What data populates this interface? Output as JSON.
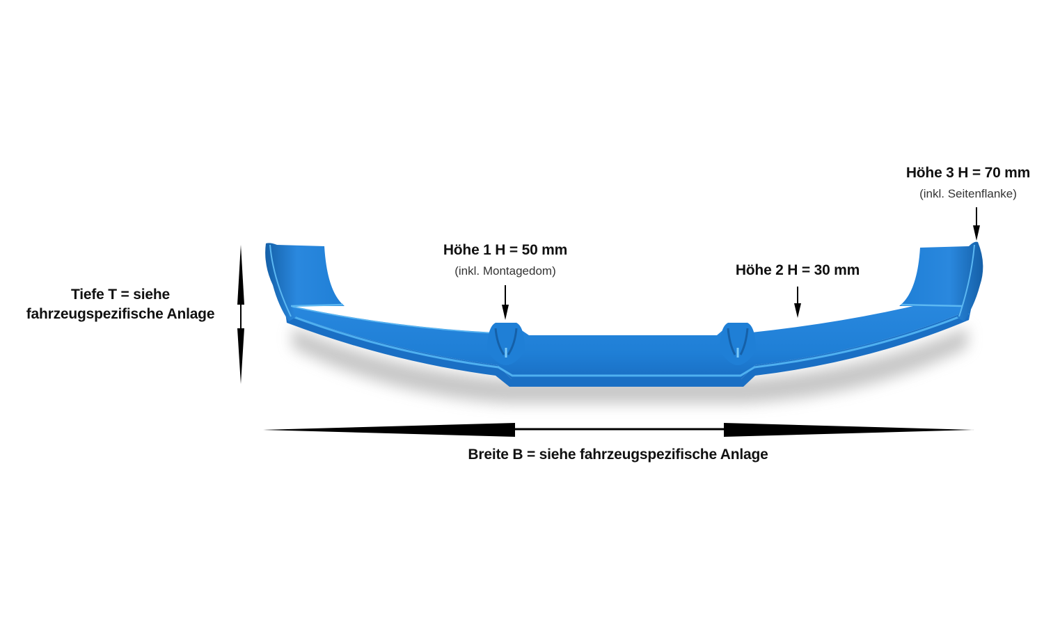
{
  "diagram": {
    "subject": "front splitter / front lip spoiler",
    "part_color": "#1f7fd6",
    "part_highlight": "#4fb0f0",
    "part_shadow": "#1560a8",
    "annotations": {
      "hoehe1": {
        "title": "Höhe 1 H = 50 mm",
        "note": "(inkl. Montagedom)"
      },
      "hoehe2": {
        "title": "Höhe 2 H = 30 mm"
      },
      "hoehe3": {
        "title": "Höhe 3 H = 70 mm",
        "note": "(inkl. Seitenflanke)"
      },
      "tiefe": {
        "line1": "Tiefe T = siehe",
        "line2": "fahrzeugspezifische Anlage"
      },
      "breite": {
        "title": "Breite B = siehe fahrzeugspezifische Anlage"
      }
    }
  }
}
